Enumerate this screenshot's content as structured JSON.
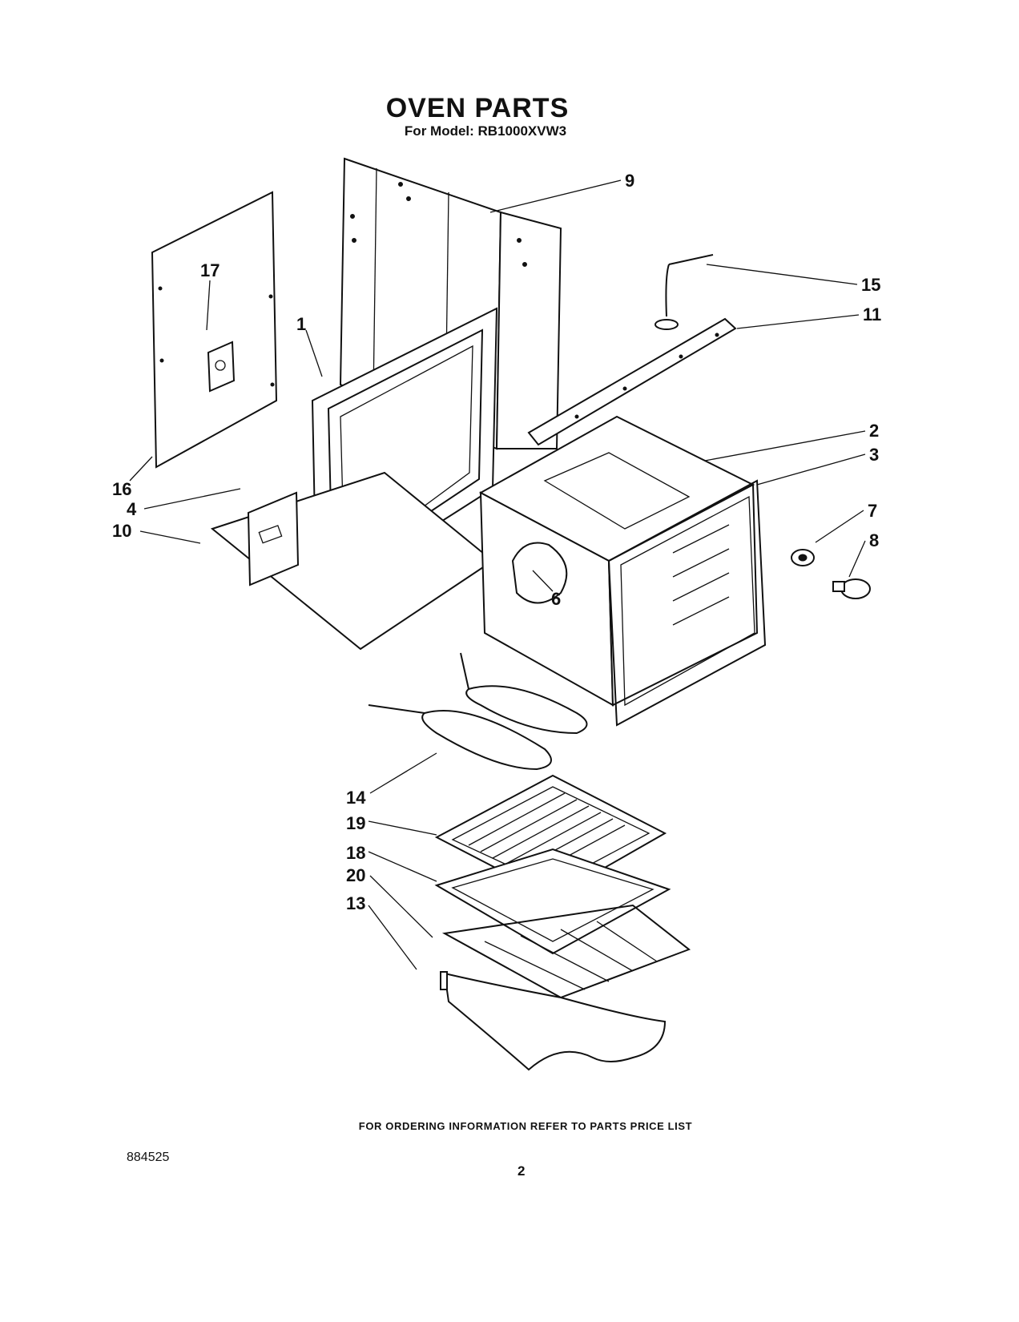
{
  "header": {
    "title": "OVEN PARTS",
    "subtitle": "For Model: RB1000XVW3"
  },
  "callouts": [
    "9",
    "17",
    "15",
    "1",
    "11",
    "2",
    "3",
    "16",
    "4",
    "7",
    "10",
    "8",
    "6",
    "14",
    "19",
    "18",
    "20",
    "13"
  ],
  "footer": {
    "ordering_note": "FOR ORDERING INFORMATION REFER TO PARTS PRICE LIST",
    "doc_number": "884525",
    "page_number": "2"
  }
}
